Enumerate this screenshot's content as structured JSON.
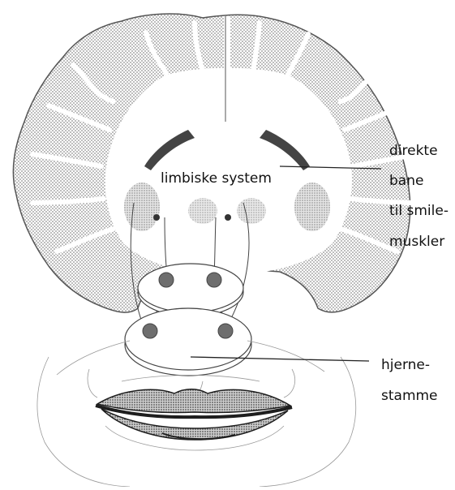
{
  "labels": {
    "limbic": "limbiske system",
    "direct_path": [
      "direkte",
      "bane",
      "til smile-",
      "muskler"
    ],
    "brainstem": [
      "hjerne-",
      "stamme"
    ]
  },
  "colors": {
    "stipple": "#8f8f8f",
    "line": "#222222",
    "nucleus": "#6e6e6e",
    "mouth": "#1e1e1e"
  }
}
